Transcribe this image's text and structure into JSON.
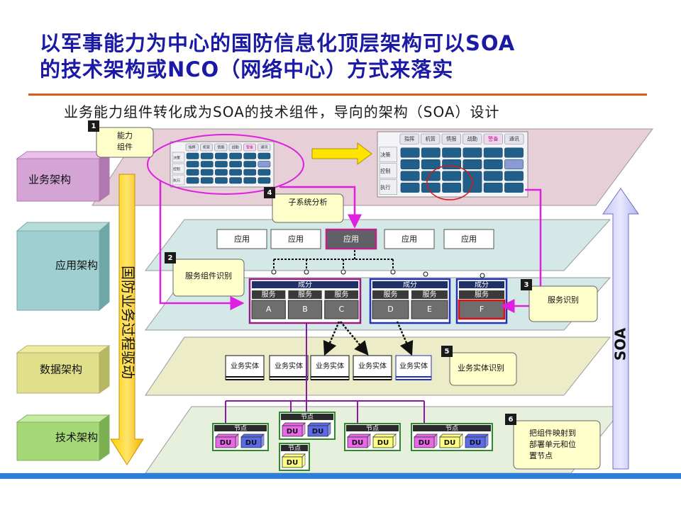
{
  "title": {
    "line1": "以军事能力为中心的国防信息化顶层架构可以SOA",
    "line2": "的技术架构或NCO（网络中心）方式来落实"
  },
  "subtitle": "业务能力组件转化成为SOA的技术组件，导向的架构（SOA）设计",
  "layers": {
    "business": "业务架构",
    "application": "应用架构",
    "data": "数据架构",
    "technology": "技术架构"
  },
  "left_arrow_label": "国防业务过程驱动",
  "right_arrow_label": "SOA",
  "callouts": {
    "c1": {
      "num": "1",
      "line1": "能力",
      "line2": "组件"
    },
    "c2": {
      "num": "2",
      "text": "服务组件识别"
    },
    "c3": {
      "num": "3",
      "text": "服务识别"
    },
    "c4": {
      "num": "4",
      "text": "子系统分析"
    },
    "c5": {
      "num": "5",
      "text": "业务实体识别"
    },
    "c6": {
      "num": "6",
      "line1": "把组件映射到",
      "line2": "部署单元和位",
      "line3": "置节点"
    }
  },
  "small_grid": {
    "tabs": [
      "指挥",
      "机管",
      "情报",
      "战勤",
      "警备",
      "通讯"
    ],
    "rows": [
      "决策",
      "控制",
      "执行"
    ]
  },
  "large_grid": {
    "tabs": [
      "指挥",
      "机管",
      "情报",
      "战勤",
      "警备",
      "通讯"
    ],
    "rows": [
      "决策",
      "控制",
      "执行"
    ]
  },
  "applications": [
    "应用",
    "应用",
    "应用",
    "应用",
    "应用"
  ],
  "components": [
    {
      "header": "成分",
      "services": [
        {
          "label": "服务",
          "id": "A"
        },
        {
          "label": "服务",
          "id": "B"
        },
        {
          "label": "服务",
          "id": "C"
        }
      ]
    },
    {
      "header": "成分",
      "services": [
        {
          "label": "服务",
          "id": "D"
        },
        {
          "label": "服务",
          "id": "E"
        }
      ]
    },
    {
      "header": "成分",
      "services": [
        {
          "label": "服务",
          "id": "F"
        }
      ]
    }
  ],
  "entities": [
    "业务实体",
    "业务实体",
    "业务实体",
    "业务实体",
    "业务实体"
  ],
  "nodes": [
    {
      "label": "节点",
      "units": [
        "DU",
        "DU"
      ]
    },
    {
      "label": "节点",
      "units": [
        "DU",
        "DU"
      ]
    },
    {
      "label": "节点",
      "units": [
        "DU"
      ]
    },
    {
      "label": "节点",
      "units": [
        "DU",
        "DU"
      ]
    },
    {
      "label": "节点",
      "units": [
        "DU",
        "DU",
        "DU"
      ]
    }
  ],
  "colors": {
    "title": "#1a1aa6",
    "accent_line": "#e05a1a",
    "magenta": "#e020e0",
    "blue_link": "#2233bb",
    "callout_fill": "#ffffcc",
    "tile": "#1f5f8a",
    "bottom_bar": "#2b7fd9"
  }
}
